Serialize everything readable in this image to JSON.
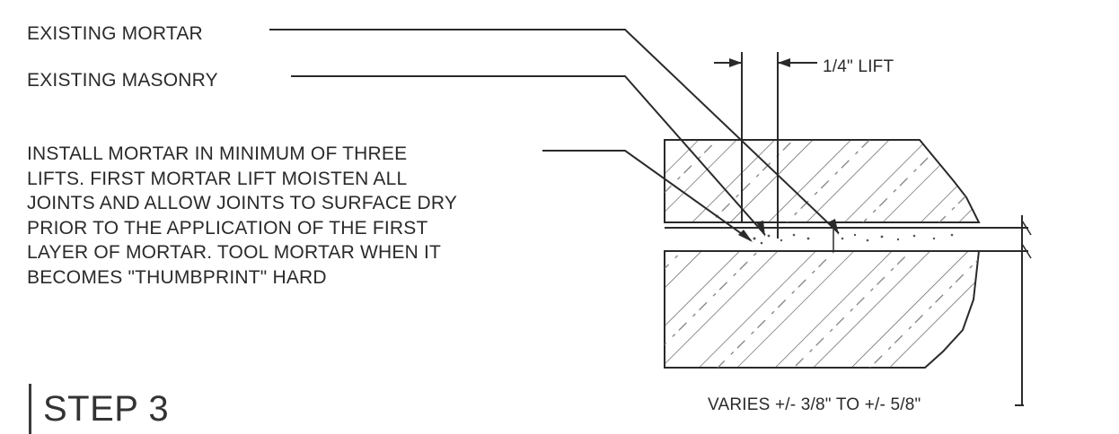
{
  "labels": {
    "existing_mortar": "EXISTING MORTAR",
    "existing_masonry": "EXISTING MASONRY",
    "install_note": [
      "INSTALL MORTAR IN MINIMUM OF THREE",
      "LIFTS. FIRST MORTAR LIFT MOISTEN ALL",
      "JOINTS AND ALLOW JOINTS TO SURFACE DRY",
      "PRIOR TO THE APPLICATION OF THE FIRST",
      "LAYER OF MORTAR. TOOL MORTAR WHEN IT",
      "BECOMES \"THUMBPRINT\" HARD"
    ],
    "lift_dimension": "1/4\" LIFT",
    "joint_dimension": "VARIES +/- 3/8\" TO +/- 5/8\""
  },
  "title": {
    "step": "STEP 3"
  },
  "colors": {
    "ink": "#2a2a2a",
    "background": "#ffffff"
  }
}
